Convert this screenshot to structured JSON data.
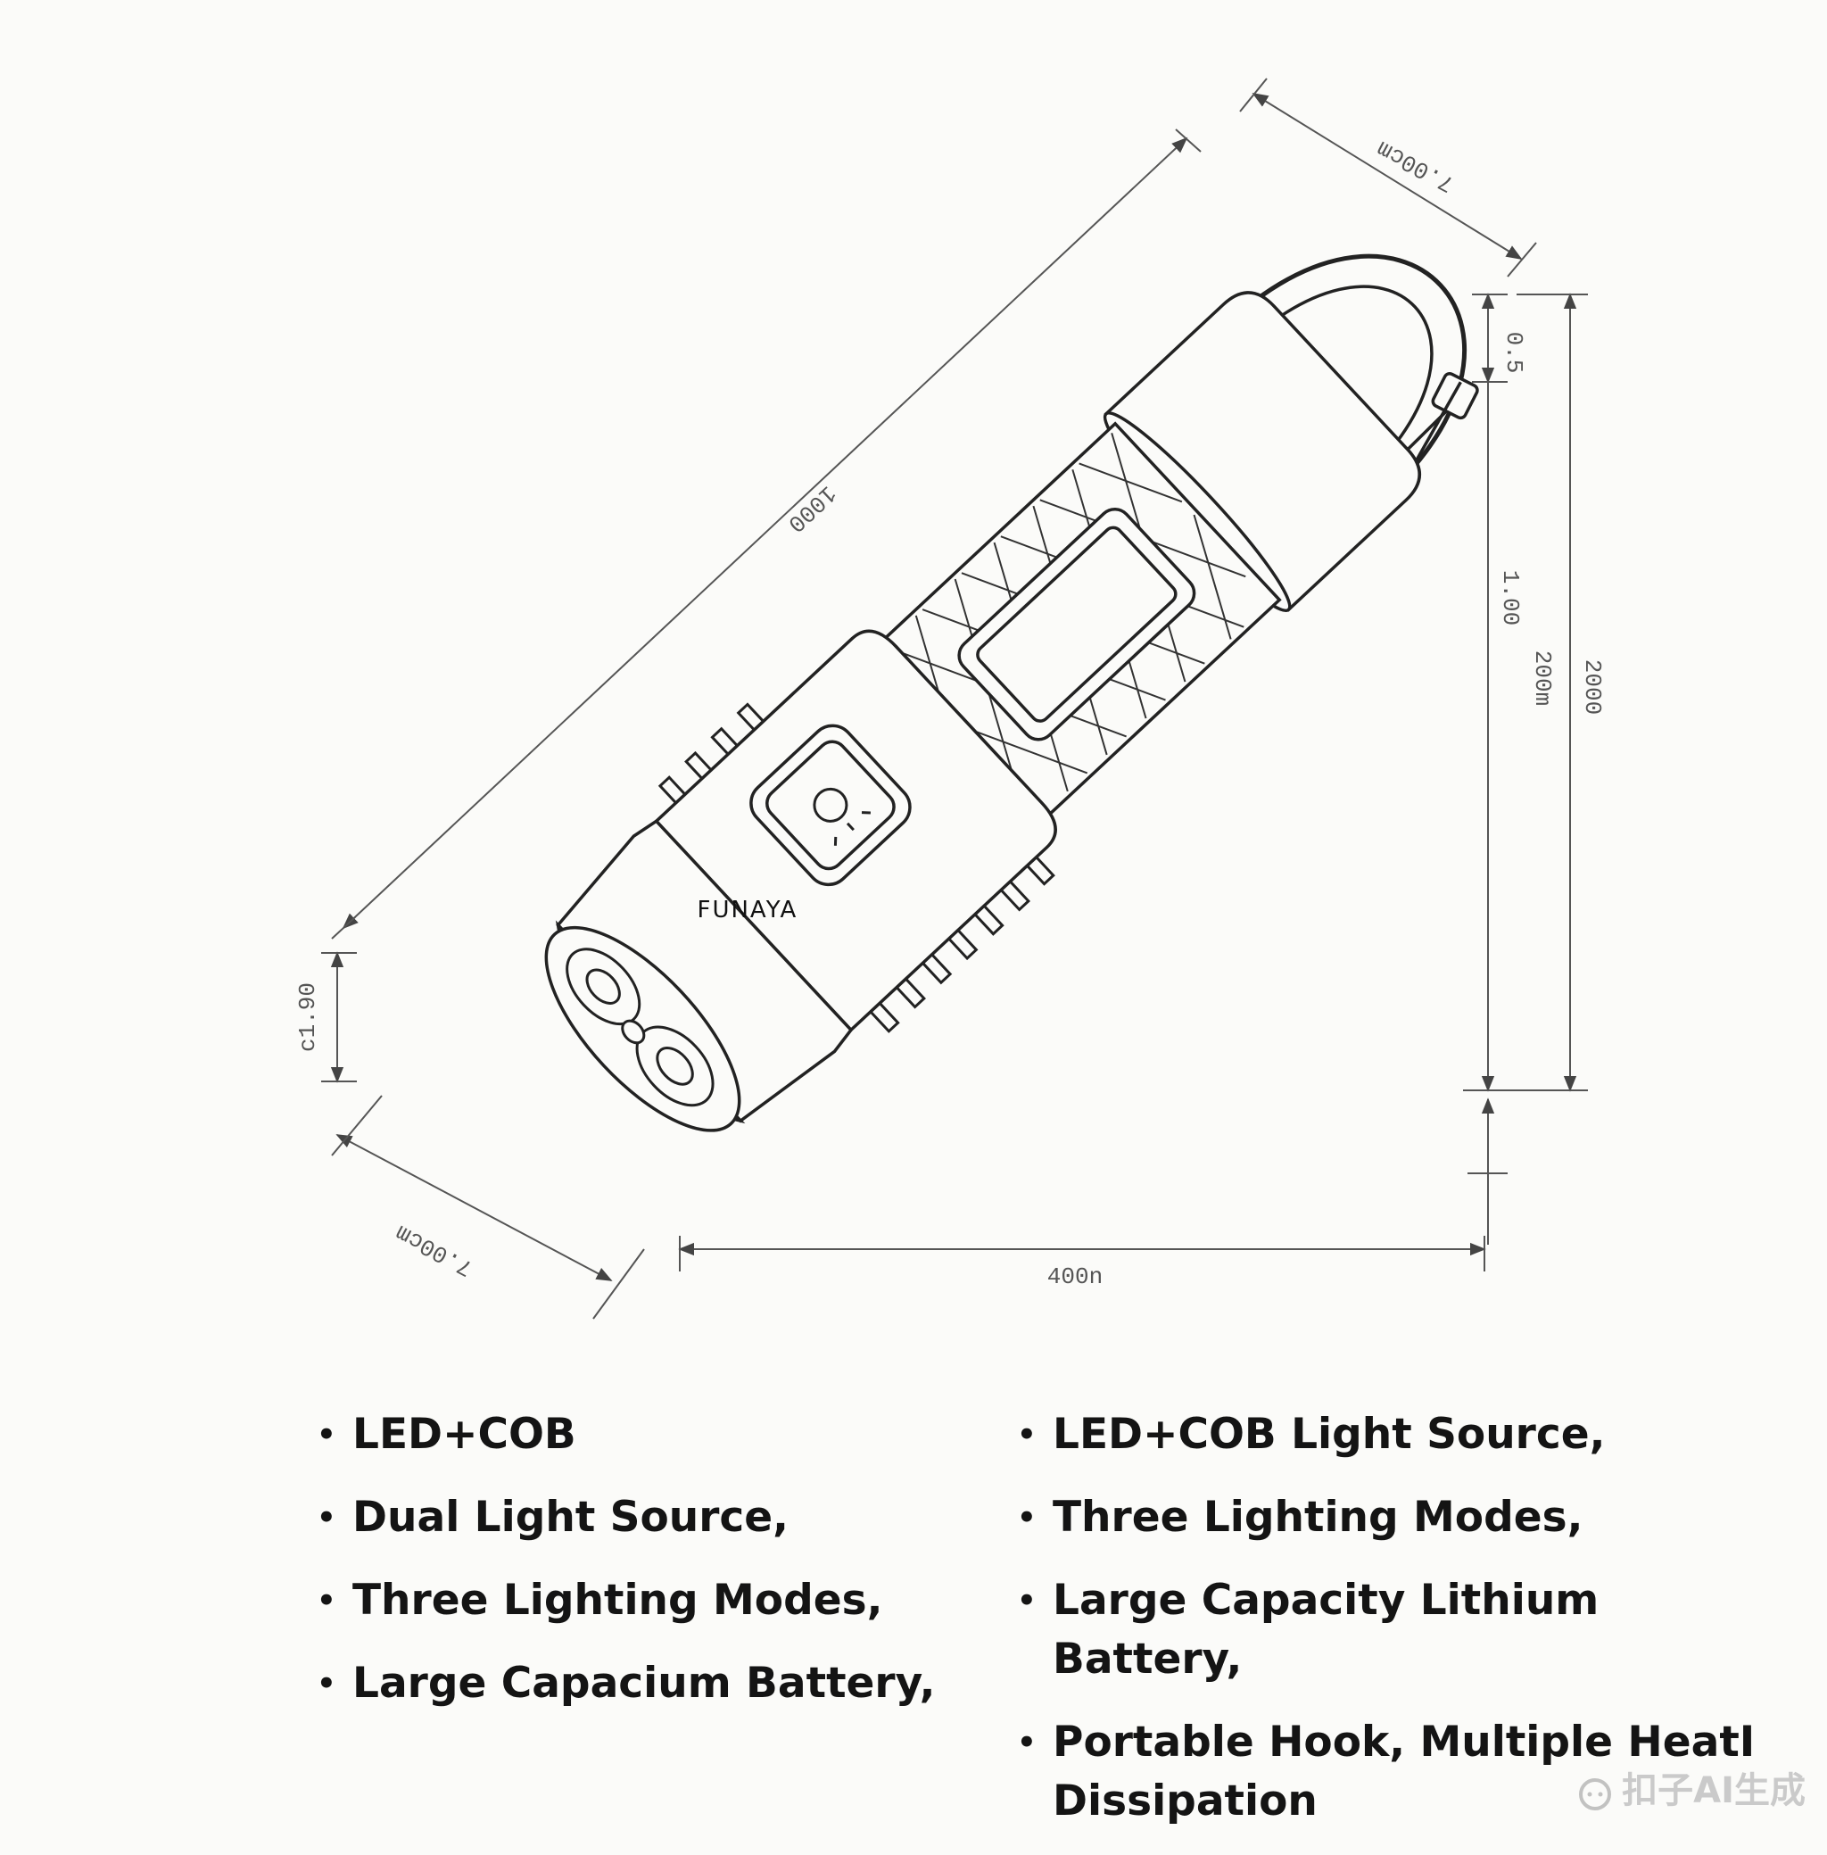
{
  "brand": "FUNAYA",
  "dimensions": {
    "body_length": "1000",
    "hook_width": "7.00cm",
    "hook_height": "0.5",
    "body_height_a": "1.00",
    "body_height_b": "200m",
    "total_height": "2000",
    "head_height": "c1.90",
    "head_width": "7.00cm",
    "base_length": "400n"
  },
  "features_left": [
    "LED+COB",
    "Dual Light Source,",
    "Three Lighting Modes,",
    "Large Capacium Battery,"
  ],
  "features_right": [
    "LED+COB Light Source,",
    "Three Lighting Modes,",
    "Large Capacity Lithium Battery,",
    "Portable Hook, Multiple HeatI Dissipation"
  ],
  "watermark": "扣子AI生成"
}
